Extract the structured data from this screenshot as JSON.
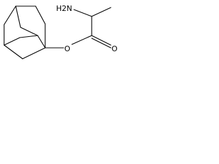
{
  "molecule": {
    "atoms": {
      "amino": "H2N",
      "ester_oxygen": "O",
      "carbonyl_oxygen": "O"
    }
  },
  "colors": {
    "background": "#ffffff",
    "bond": "#000000",
    "text": "#000000"
  }
}
